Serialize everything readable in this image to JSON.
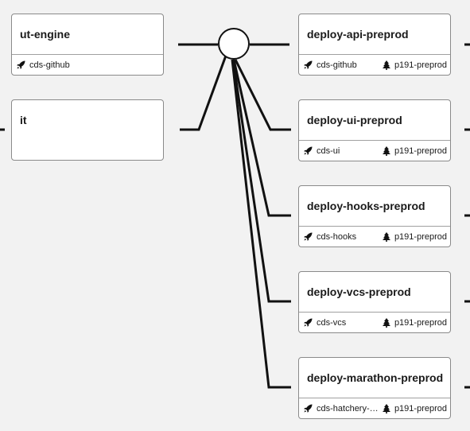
{
  "left_nodes": [
    {
      "name": "ut-engine",
      "app": "cds-github"
    },
    {
      "name": "it"
    }
  ],
  "right_nodes": [
    {
      "name": "deploy-api-preprod",
      "app": "cds-github",
      "env": "p191-preprod"
    },
    {
      "name": "deploy-ui-preprod",
      "app": "cds-ui",
      "env": "p191-preprod"
    },
    {
      "name": "deploy-hooks-preprod",
      "app": "cds-hooks",
      "env": "p191-preprod"
    },
    {
      "name": "deploy-vcs-preprod",
      "app": "cds-vcs",
      "env": "p191-preprod"
    },
    {
      "name": "deploy-marathon-preprod",
      "app": "cds-hatchery-marathon",
      "env": "p191-preprod"
    }
  ],
  "icons": {
    "application": "rocket-icon",
    "environment": "tree-icon"
  },
  "colors": {
    "background": "#f2f2f2",
    "edge": "#111111",
    "node_border": "#8a8a8a"
  }
}
